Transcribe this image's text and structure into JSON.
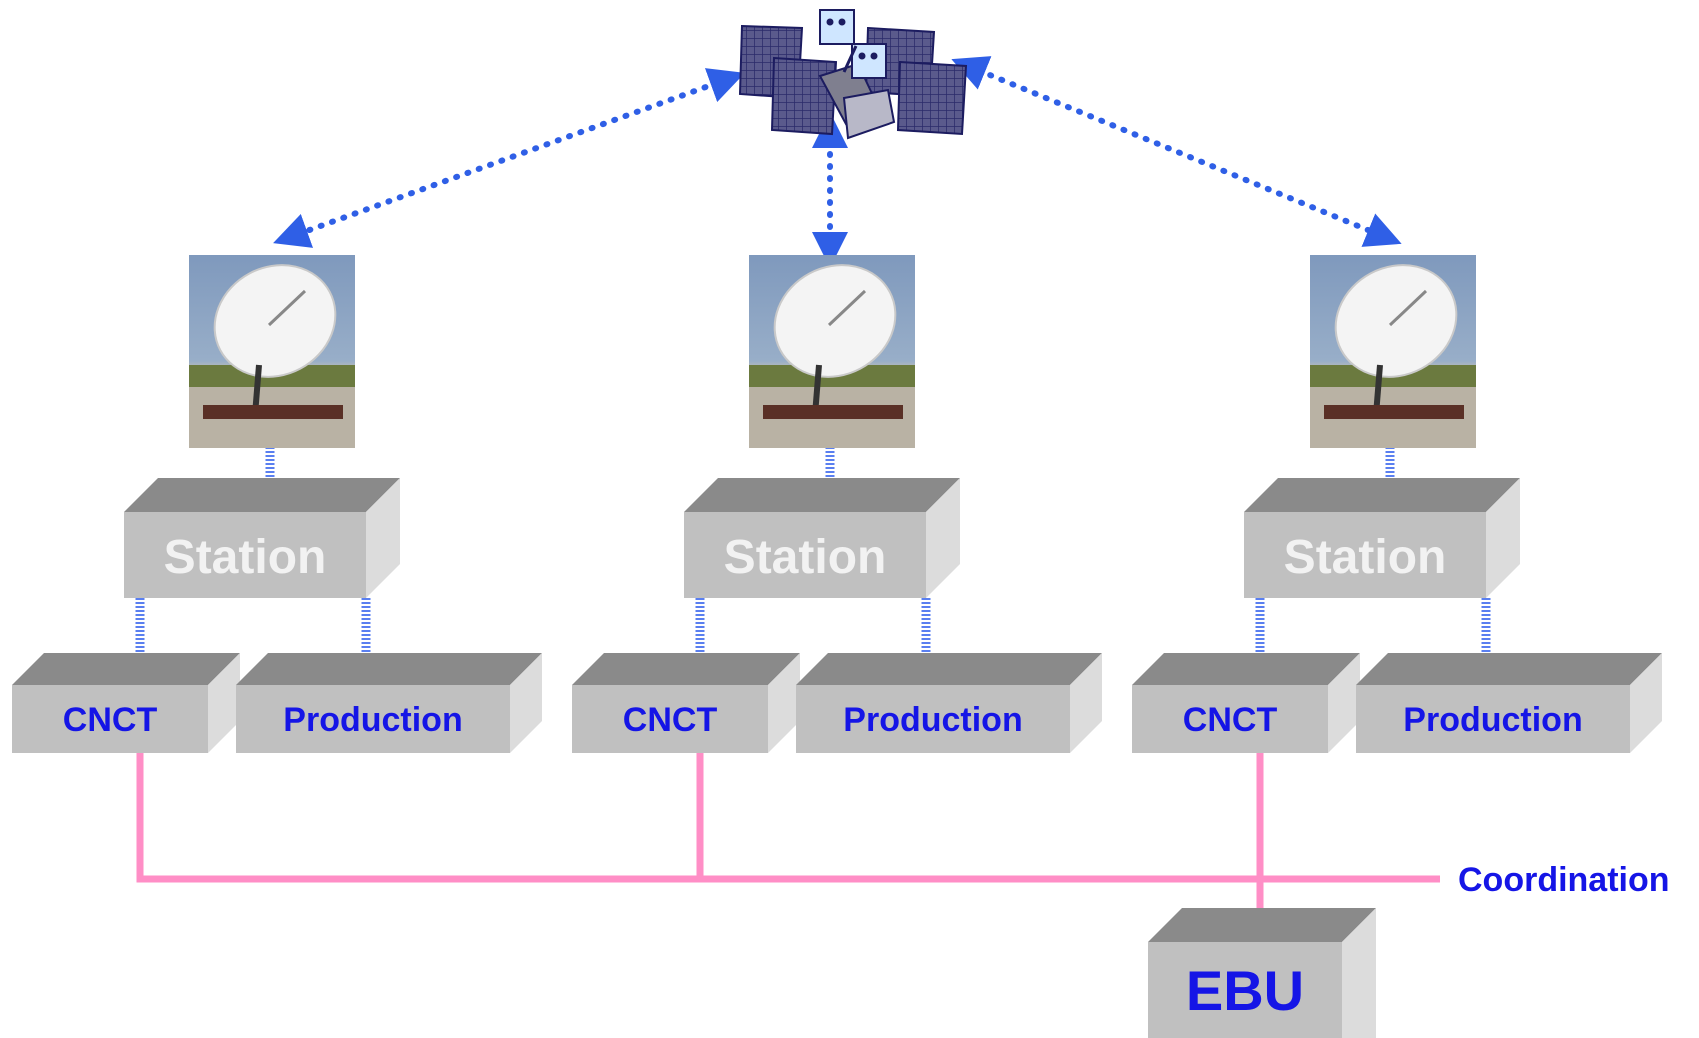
{
  "diagram": {
    "stations": [
      {
        "station_label": "Station",
        "cnct_label": "CNCT",
        "production_label": "Production"
      },
      {
        "station_label": "Station",
        "cnct_label": "CNCT",
        "production_label": "Production"
      },
      {
        "station_label": "Station",
        "cnct_label": "CNCT",
        "production_label": "Production"
      }
    ],
    "coordination_label": "Coordination",
    "ebu_label": "EBU",
    "colors": {
      "link_blue": "#2f5fe6",
      "coordination_pink": "#ff8ec6",
      "box_face": "#c0c0c0",
      "box_top": "#8a8a8a",
      "box_side": "#dcdcdc",
      "label_blue": "#1515e6"
    },
    "icons": [
      "satellite-icon",
      "satellite-dish-photo"
    ]
  }
}
